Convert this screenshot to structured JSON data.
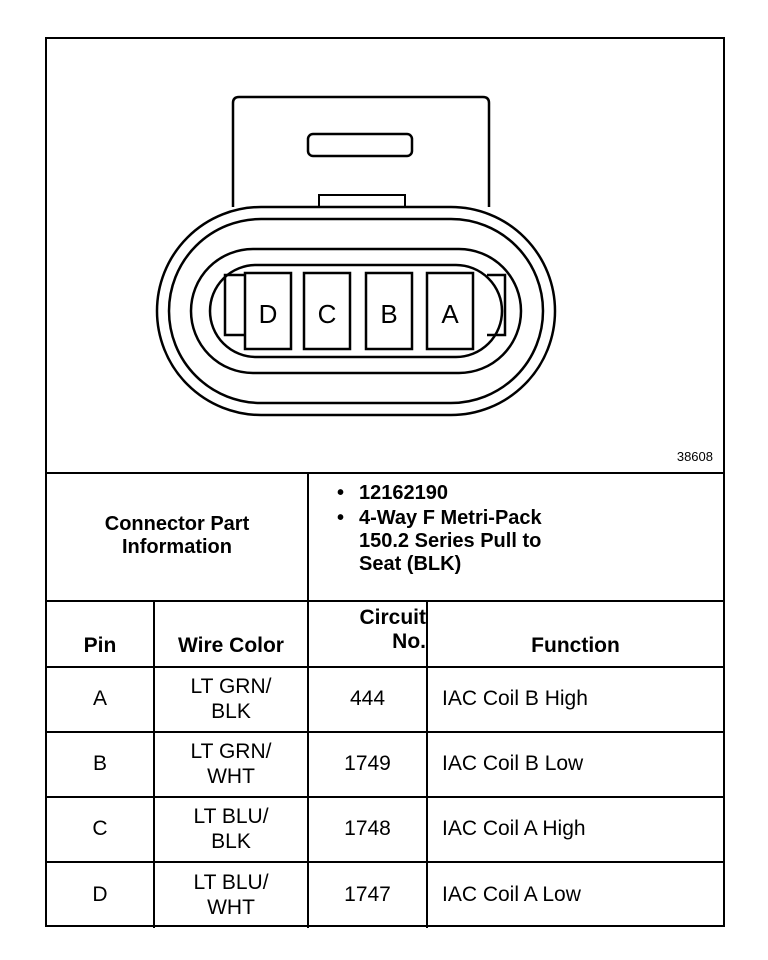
{
  "figure": {
    "number": "38608",
    "pins_in_view": [
      "D",
      "C",
      "B",
      "A"
    ]
  },
  "connector_info": {
    "label_line1": "Connector Part",
    "label_line2": "Information",
    "part_number": "12162190",
    "description_line1": "4-Way F Metri-Pack",
    "description_line2": "150.2 Series Pull to",
    "description_line3": "Seat (BLK)"
  },
  "table": {
    "headers": {
      "pin": "Pin",
      "wire_color": "Wire Color",
      "circuit_line1": "Circuit",
      "circuit_line2": "No.",
      "function": "Function"
    },
    "rows": [
      {
        "pin": "A",
        "wire_line1": "LT GRN/",
        "wire_line2": "BLK",
        "circuit": "444",
        "function": "IAC Coil B High"
      },
      {
        "pin": "B",
        "wire_line1": "LT GRN/",
        "wire_line2": "WHT",
        "circuit": "1749",
        "function": "IAC Coil B Low"
      },
      {
        "pin": "C",
        "wire_line1": "LT BLU/",
        "wire_line2": "BLK",
        "circuit": "1748",
        "function": "IAC Coil A High"
      },
      {
        "pin": "D",
        "wire_line1": "LT BLU/",
        "wire_line2": "WHT",
        "circuit": "1747",
        "function": "IAC Coil A Low"
      }
    ]
  }
}
